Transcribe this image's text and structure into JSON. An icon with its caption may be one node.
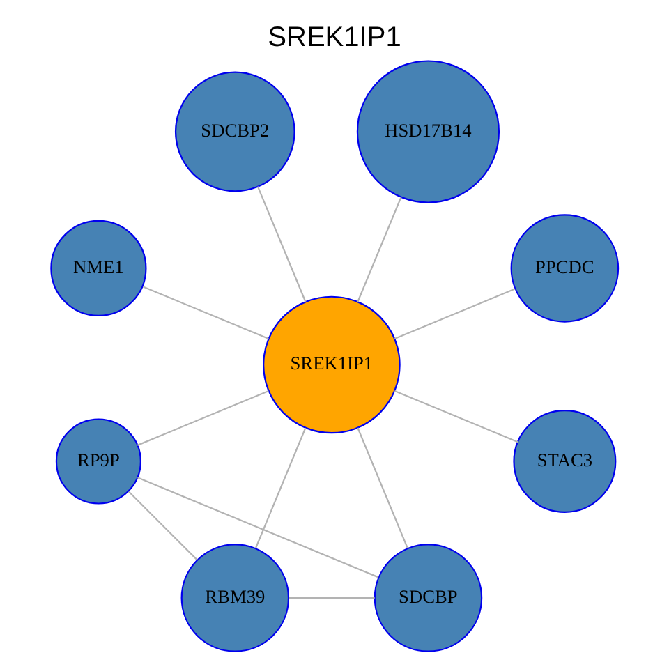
{
  "diagram": {
    "title": "SREK1IP1",
    "nodes": [
      {
        "text": [
          "PPCDC"
        ]
      },
      {
        "text": [
          "HSD17B14"
        ]
      },
      {
        "text": [
          "SDCBP2"
        ]
      },
      {
        "text": [
          "SREK1IP1"
        ]
      },
      {
        "text": [
          "NME1"
        ]
      },
      {
        "text": [
          "RP9P"
        ]
      },
      {
        "text": [
          "RBM39"
        ]
      },
      {
        "text": [
          "SDCBP"
        ]
      },
      {
        "text": [
          "STAC3"
        ]
      }
    ],
    "edges": [
      {
        "from": 3,
        "to": 0,
        "arrow": "none"
      },
      {
        "from": 3,
        "to": 1,
        "arrow": "none"
      },
      {
        "from": 3,
        "to": 2,
        "arrow": "none"
      },
      {
        "from": 3,
        "to": 4,
        "arrow": "none"
      },
      {
        "from": 3,
        "to": 5,
        "arrow": "none"
      },
      {
        "from": 3,
        "to": 6,
        "arrow": "none"
      },
      {
        "from": 3,
        "to": 7,
        "arrow": "none"
      },
      {
        "from": 3,
        "to": 8,
        "arrow": "none"
      },
      {
        "from": 5,
        "to": 6,
        "arrow": "none"
      },
      {
        "from": 5,
        "to": 7,
        "arrow": "none"
      },
      {
        "from": 6,
        "to": 7,
        "arrow": "none"
      }
    ]
  }
}
